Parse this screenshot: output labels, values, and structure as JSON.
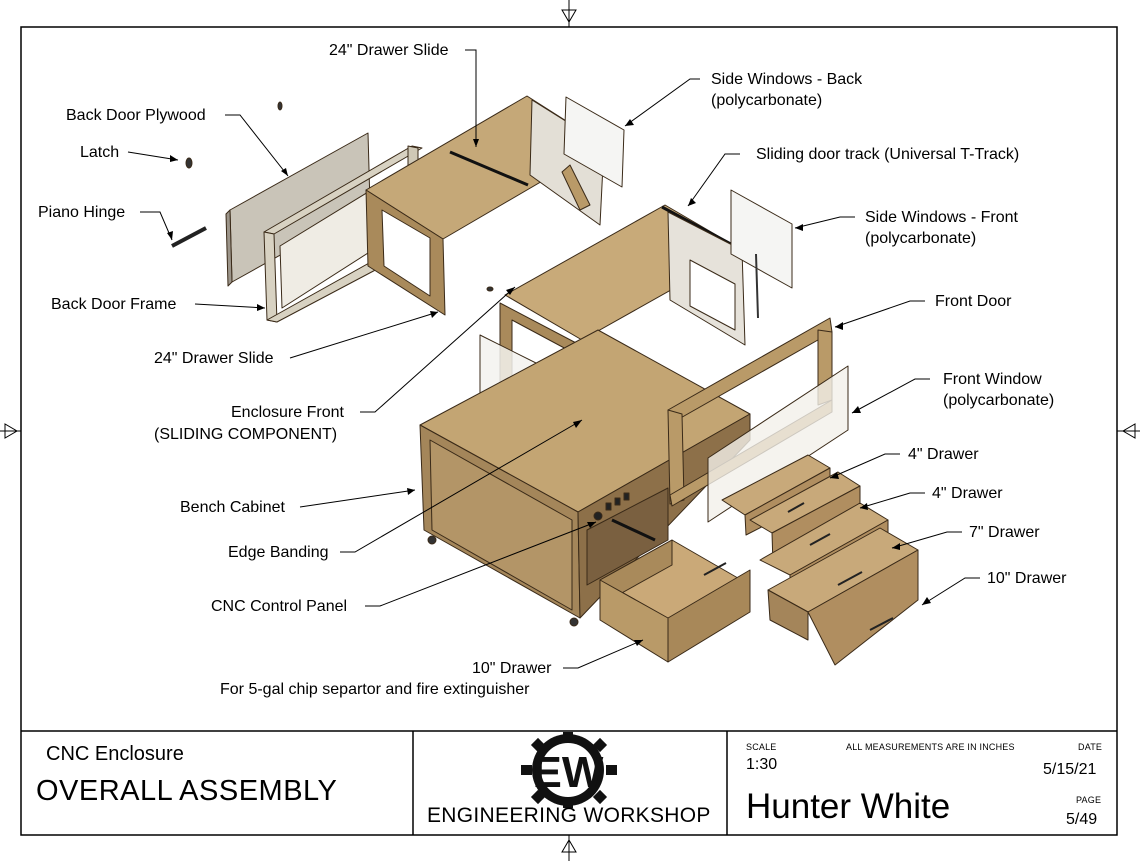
{
  "callouts": {
    "drawer_slide_top": "24\" Drawer Slide",
    "back_door_plywood": "Back Door Plywood",
    "latch": "Latch",
    "piano_hinge": "Piano Hinge",
    "back_door_frame": "Back Door Frame",
    "drawer_slide_bottom": "24\" Drawer Slide",
    "enclosure_front_1": "Enclosure Front",
    "enclosure_front_2": "(SLIDING COMPONENT)",
    "bench_cabinet": "Bench Cabinet",
    "edge_banding": "Edge Banding",
    "cnc_control_panel": "CNC Control Panel",
    "drawer_10_bottom_1": "10\" Drawer",
    "drawer_10_bottom_2": "For 5-gal chip separtor and fire extinguisher",
    "side_windows_back_1": "Side Windows - Back",
    "side_windows_back_2": "(polycarbonate)",
    "sliding_track": "Sliding door track (Universal T-Track)",
    "side_windows_front_1": "Side Windows - Front",
    "side_windows_front_2": "(polycarbonate)",
    "front_door": "Front Door",
    "front_window_1": "Front Window",
    "front_window_2": "(polycarbonate)",
    "drawer_4_a": "4\" Drawer",
    "drawer_4_b": "4\" Drawer",
    "drawer_7": "7\" Drawer",
    "drawer_10_right": "10\" Drawer"
  },
  "title_block": {
    "project": "CNC Enclosure",
    "title": "OVERALL ASSEMBLY",
    "company": "ENGINEERING WORKSHOP",
    "logo_text": "EW",
    "scale_label": "SCALE",
    "scale_value": "1:30",
    "units_note": "ALL MEASUREMENTS ARE IN INCHES",
    "date_label": "DATE",
    "date_value": "5/15/21",
    "author": "Hunter White",
    "page_label": "PAGE",
    "page_value": "5/49"
  },
  "colors": {
    "wood": "#b99a68",
    "wood_dark": "#8f7146",
    "wood_light": "#cdb488",
    "wood_edge": "#6e5434",
    "panel_gray": "#d9d6cf",
    "window": "#f4f4f2",
    "line": "#000000"
  }
}
